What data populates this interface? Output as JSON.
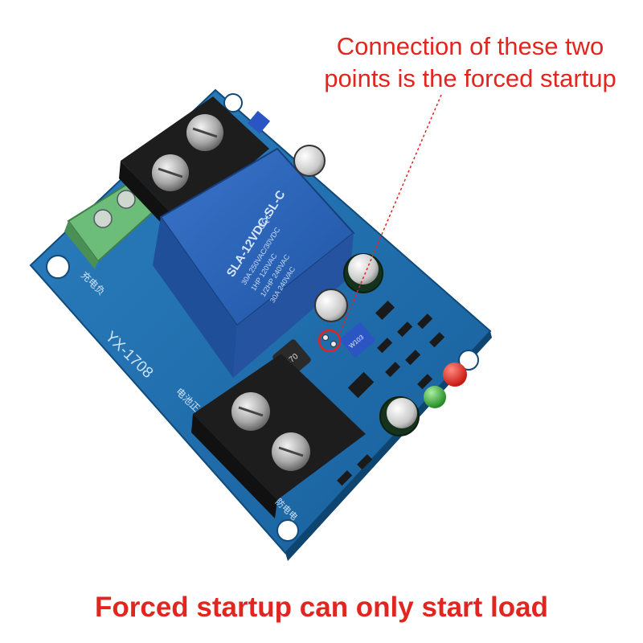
{
  "annotation": {
    "line1": "Connection of these two",
    "line2": "points is the forced startup",
    "color": "#e0261f"
  },
  "footer": {
    "text": "Forced startup can only start load",
    "color": "#e0261f"
  },
  "board": {
    "model_label": "YX-1708",
    "relay_model": "SLA-12VDC-SL-C",
    "relay_rating_1": "30A 250VAC/30VDC",
    "relay_rating_2": "1HP 120VAC",
    "relay_rating_3": "1/2HP 240VAC",
    "relay_rating_4": "30A 240VAC",
    "relay_mark": "CQC",
    "inductor_label": "470",
    "pot_label": "W103",
    "silk_charge": "充电负",
    "silk_battery": "电池正",
    "silk_power": "防电电"
  },
  "colors": {
    "pcb": "#1f6fb0",
    "relay": "#2a62b8",
    "terminal_black": "#1d1d1d",
    "terminal_green": "#5fae6e",
    "led_red": "#e3231c",
    "led_green": "#3cb33c"
  }
}
